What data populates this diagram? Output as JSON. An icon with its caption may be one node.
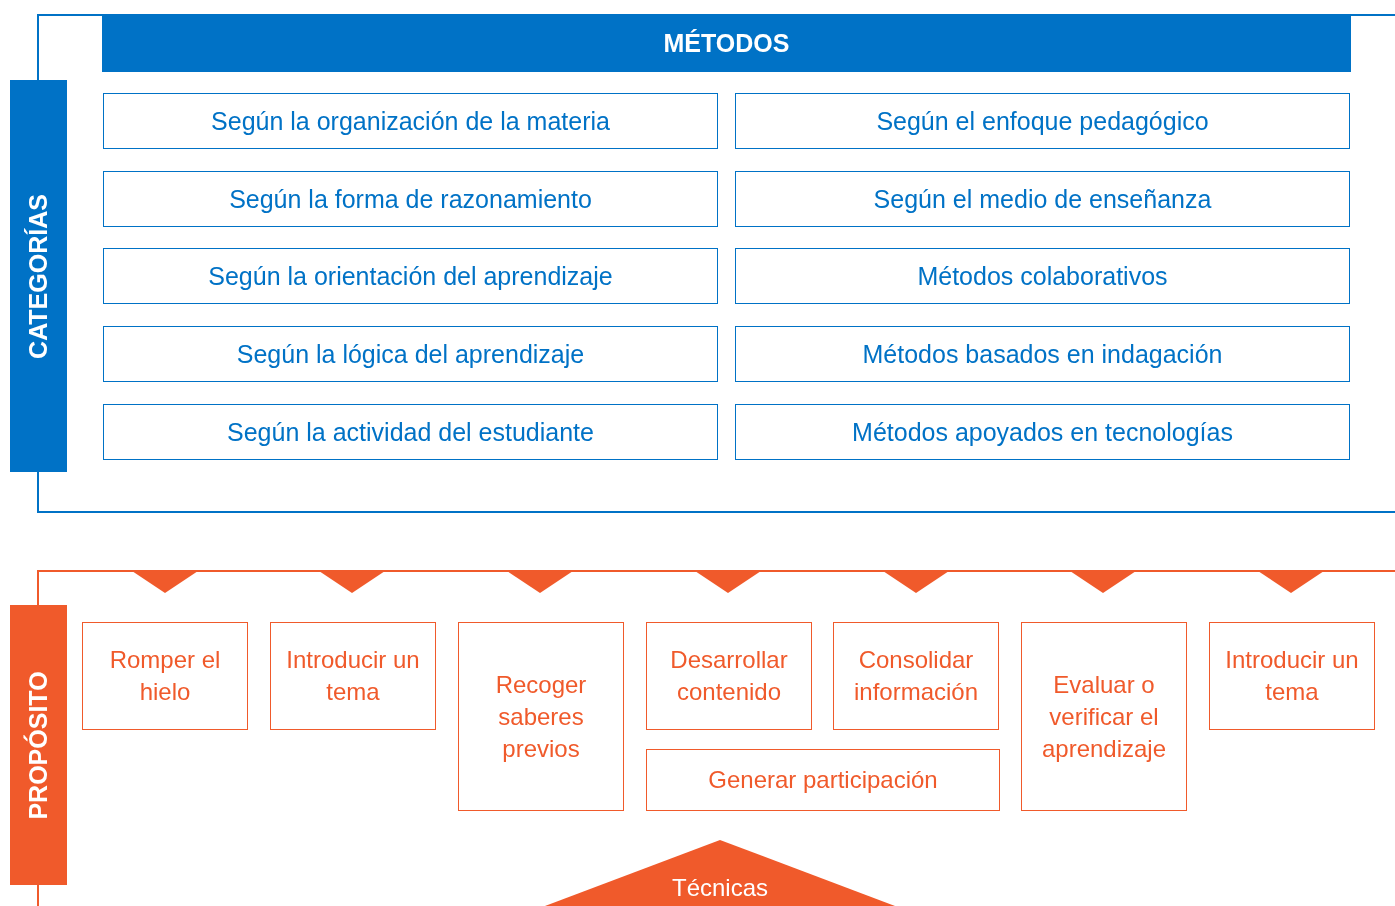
{
  "diagram": {
    "nodes": [
      {
        "text": [
          "CATEGORÍAS"
        ]
      },
      {
        "text": [
          "MÉTODOS"
        ]
      },
      {
        "text": [
          "Según la organización de la materia"
        ]
      },
      {
        "text": [
          "Según el enfoque pedagógico"
        ]
      },
      {
        "text": [
          "Según la forma de razonamiento"
        ]
      },
      {
        "text": [
          "Según el medio de enseñanza"
        ]
      },
      {
        "text": [
          "Según la orientación del aprendizaje"
        ]
      },
      {
        "text": [
          "Métodos colaborativos"
        ]
      },
      {
        "text": [
          "Según la lógica del aprendizaje"
        ]
      },
      {
        "text": [
          "Métodos basados en indagación"
        ]
      },
      {
        "text": [
          "Según la actividad del estudiante"
        ]
      },
      {
        "text": [
          "Métodos apoyados en tecnologías"
        ]
      },
      {
        "text": [
          "PROPÓSITO"
        ]
      },
      {
        "text": [
          "Romper el hielo"
        ]
      },
      {
        "text": [
          "Introducir un tema"
        ]
      },
      {
        "text": [
          "Recoger saberes previos"
        ]
      },
      {
        "text": [
          "Desarrollar contenido"
        ]
      },
      {
        "text": [
          "Consolidar información"
        ]
      },
      {
        "text": [
          "Evaluar o verificar el aprendizaje"
        ]
      },
      {
        "text": [
          "Introducir un tema"
        ]
      },
      {
        "text": [
          "Generar participación"
        ]
      },
      {
        "text": [
          "Técnicas"
        ]
      }
    ]
  }
}
